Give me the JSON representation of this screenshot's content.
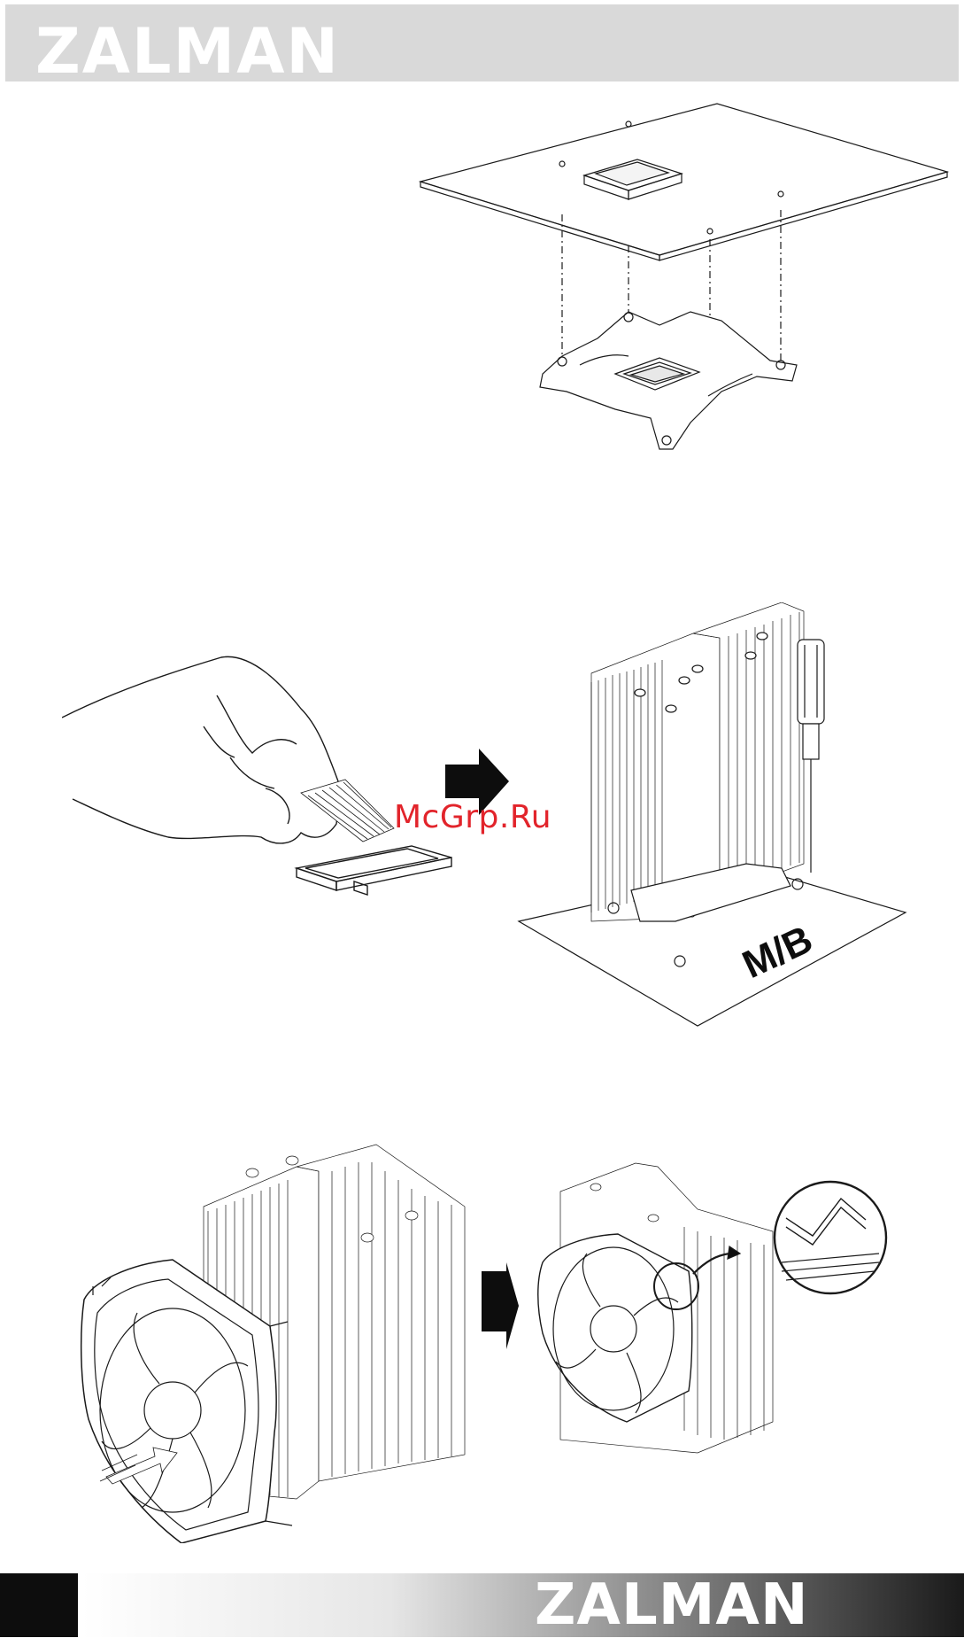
{
  "header": {
    "brand": "ZALMAN"
  },
  "step2": {
    "board_label": "M/B"
  },
  "watermark": {
    "text": "McGrp.Ru"
  },
  "footer": {
    "brand": "ZALMAN"
  },
  "colors": {
    "watermark": "#e2242b",
    "banner": "#d9d9d9",
    "dark": "#0d0d0d"
  }
}
